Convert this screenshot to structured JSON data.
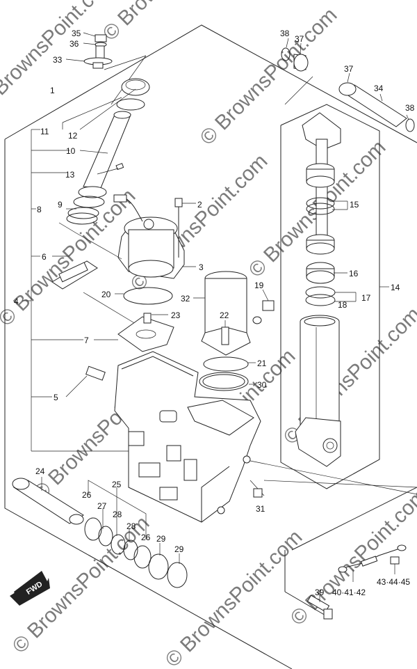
{
  "watermark": {
    "text": "© BrownsPoint.com"
  },
  "fwd_badge": {
    "text": "FWD"
  },
  "part_labels": [
    {
      "id": "l35",
      "text": "35"
    },
    {
      "id": "l36",
      "text": "36"
    },
    {
      "id": "l33",
      "text": "33"
    },
    {
      "id": "l1",
      "text": "1"
    },
    {
      "id": "l11",
      "text": "11"
    },
    {
      "id": "l12",
      "text": "12"
    },
    {
      "id": "l10",
      "text": "10"
    },
    {
      "id": "l13",
      "text": "13"
    },
    {
      "id": "l8",
      "text": "8"
    },
    {
      "id": "l9",
      "text": "9"
    },
    {
      "id": "l2",
      "text": "2"
    },
    {
      "id": "l6",
      "text": "6"
    },
    {
      "id": "l3",
      "text": "3"
    },
    {
      "id": "l20",
      "text": "20"
    },
    {
      "id": "l4",
      "text": "4"
    },
    {
      "id": "l32",
      "text": "32"
    },
    {
      "id": "l19",
      "text": "19"
    },
    {
      "id": "l23",
      "text": "23"
    },
    {
      "id": "l22",
      "text": "22"
    },
    {
      "id": "l7",
      "text": "7"
    },
    {
      "id": "l21",
      "text": "21"
    },
    {
      "id": "l30",
      "text": "30"
    },
    {
      "id": "l5",
      "text": "5"
    },
    {
      "id": "l38a",
      "text": "38"
    },
    {
      "id": "l37a",
      "text": "37"
    },
    {
      "id": "l37b",
      "text": "37"
    },
    {
      "id": "l34",
      "text": "34"
    },
    {
      "id": "l38b",
      "text": "38"
    },
    {
      "id": "l15",
      "text": "15"
    },
    {
      "id": "l16",
      "text": "16"
    },
    {
      "id": "l14",
      "text": "14"
    },
    {
      "id": "l17",
      "text": "17"
    },
    {
      "id": "l18",
      "text": "18"
    },
    {
      "id": "l24",
      "text": "24"
    },
    {
      "id": "l25",
      "text": "25"
    },
    {
      "id": "l26a",
      "text": "26"
    },
    {
      "id": "l27",
      "text": "27"
    },
    {
      "id": "l28a",
      "text": "28"
    },
    {
      "id": "l28b",
      "text": "28"
    },
    {
      "id": "l26b",
      "text": "26"
    },
    {
      "id": "l29a",
      "text": "29"
    },
    {
      "id": "l29b",
      "text": "29"
    },
    {
      "id": "l31",
      "text": "31"
    },
    {
      "id": "l39",
      "text": "39"
    },
    {
      "id": "l404142",
      "text": "40·41·42"
    },
    {
      "id": "l434445",
      "text": "43·44·45"
    }
  ]
}
